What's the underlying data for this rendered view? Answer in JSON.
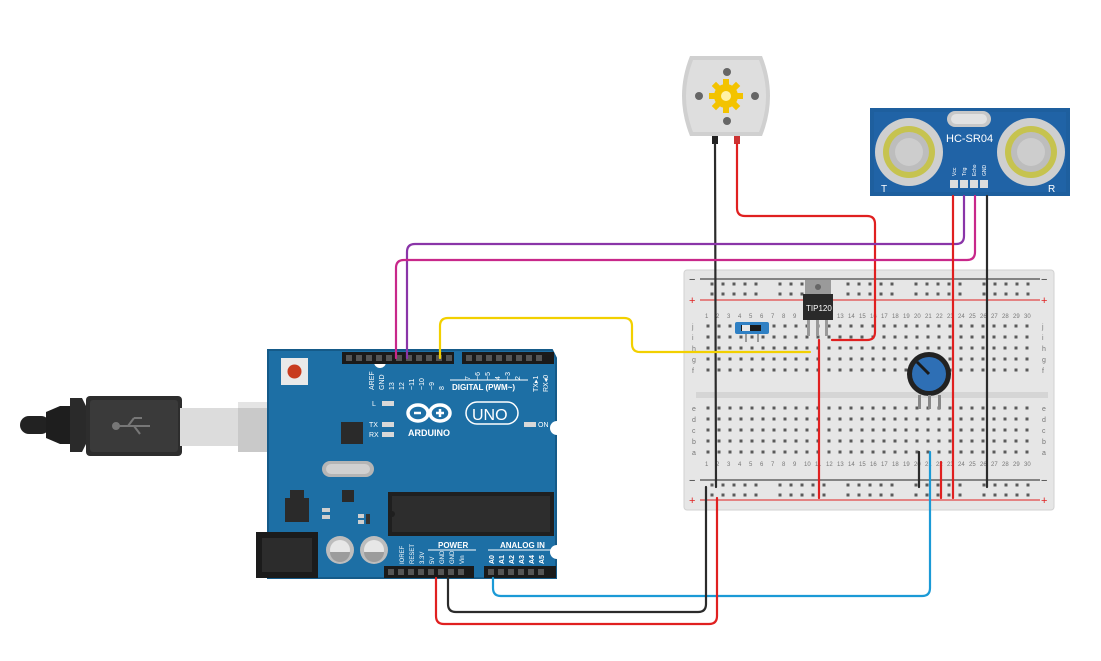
{
  "arduino": {
    "logo_text": "ARDUINO",
    "model_text": "UNO",
    "digital_label": "DIGITAL (PWM~)",
    "power_label": "POWER",
    "analog_label": "ANALOG IN",
    "led_l": "L",
    "led_tx": "TX",
    "led_rx": "RX",
    "led_on": "ON",
    "top_pins": [
      "AREF",
      "GND",
      "13",
      "12",
      "~11",
      "~10",
      "~9",
      "8",
      "7",
      "~6",
      "~5",
      "4",
      "~3",
      "2",
      "TX▸1",
      "RX◂0"
    ],
    "power_pins": [
      "IOREF",
      "RESET",
      "3.3V",
      "5V",
      "GND",
      "GND",
      "Vin"
    ],
    "analog_pins": [
      "A0",
      "A1",
      "A2",
      "A3",
      "A4",
      "A5"
    ]
  },
  "transistor": {
    "label": "TIP120"
  },
  "sensor": {
    "name": "HC-SR04",
    "pins": [
      "Vcc",
      "Trig",
      "Echo",
      "GND"
    ],
    "left_mark": "T",
    "right_mark": "R"
  },
  "breadboard": {
    "row_letters_top": [
      "j",
      "i",
      "h",
      "g",
      "f"
    ],
    "row_letters_bottom": [
      "e",
      "d",
      "c",
      "b",
      "a"
    ],
    "column_numbers": [
      "1",
      "2",
      "3",
      "4",
      "5",
      "6",
      "7",
      "8",
      "9",
      "10",
      "11",
      "12",
      "13",
      "14",
      "15",
      "16",
      "17",
      "18",
      "19",
      "20",
      "21",
      "22",
      "23",
      "24",
      "25",
      "26",
      "27",
      "28",
      "29",
      "30"
    ],
    "rail_plus": "+",
    "rail_minus": "−"
  },
  "colors": {
    "board": "#1d6fa5",
    "board_dark": "#12507b",
    "wire_red": "#e02020",
    "wire_black": "#2b2b2b",
    "wire_purple": "#8a35a8",
    "wire_magenta": "#c8288a",
    "wire_yellow": "#f2d000",
    "wire_blue": "#1b9ad6"
  }
}
